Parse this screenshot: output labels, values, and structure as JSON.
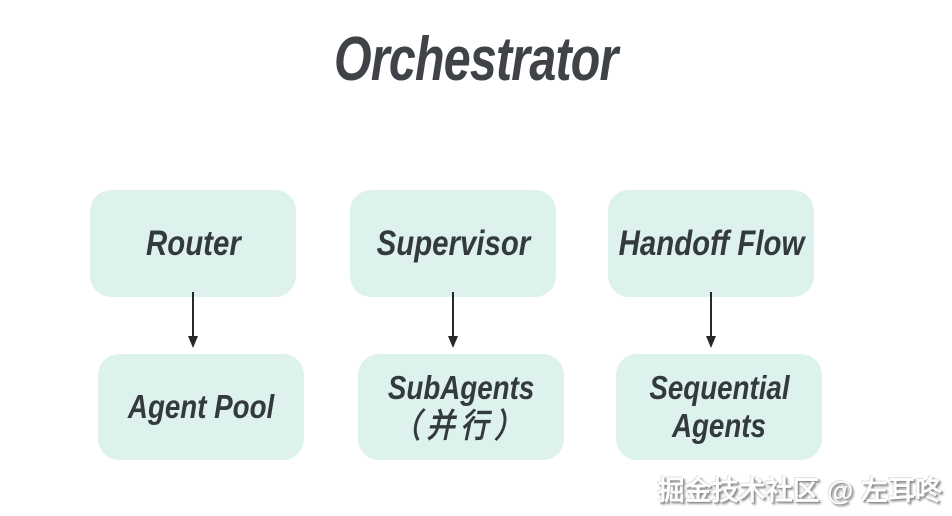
{
  "title": "Orchestrator",
  "colors": {
    "background": "#ffffff",
    "box_fill": "#def2ed",
    "box_text": "#333a3d",
    "title_color": "#3f4347",
    "arrow_color": "#26292c"
  },
  "columns": [
    {
      "top": "Router",
      "bottom_lines": [
        "Agent Pool"
      ]
    },
    {
      "top": "Supervisor",
      "bottom_lines": [
        "SubAgents",
        "（并行）"
      ]
    },
    {
      "top": "Handoff Flow",
      "bottom_lines": [
        "Sequential",
        "Agents"
      ]
    }
  ],
  "watermark": "掘金技术社区 @ 左耳咚"
}
